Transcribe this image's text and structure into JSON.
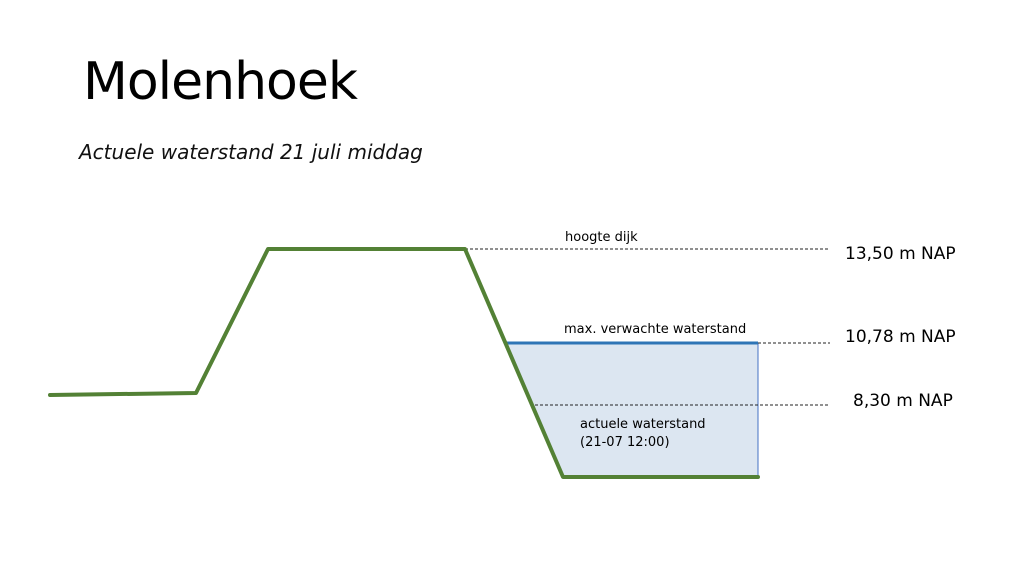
{
  "title": "Molenhoek",
  "subtitle": "Actuele waterstand 21 juli middag",
  "colors": {
    "dike": "#538135",
    "water_fill": "#dce6f1",
    "water_line": "#2e75b6",
    "water_edge": "#4472c4",
    "dashed": "#222222",
    "text": "#000000"
  },
  "levels": [
    {
      "id": "dike_top",
      "label": "hoogte dijk",
      "value_label": "13,50 m NAP"
    },
    {
      "id": "max_expected",
      "label": "max. verwachte waterstand",
      "value_label": "10,78 m NAP"
    },
    {
      "id": "current",
      "label_line1": "actuele waterstand",
      "label_line2": "(21-07 12:00)",
      "value_label": "8,30 m NAP"
    }
  ]
}
